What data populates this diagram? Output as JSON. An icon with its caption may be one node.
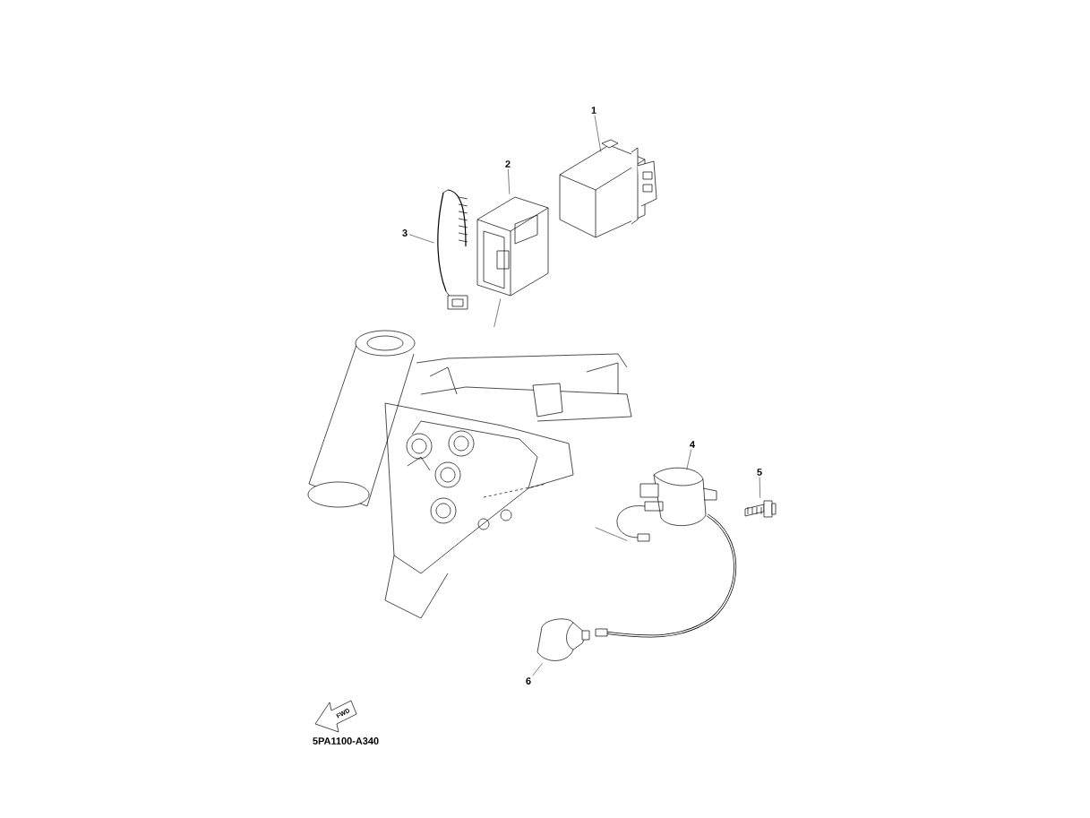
{
  "diagram": {
    "nodes": [
      {
        "text": [
          "1"
        ]
      },
      {
        "text": [
          "2"
        ]
      },
      {
        "text": [
          "3"
        ]
      },
      {
        "text": [
          "4"
        ]
      },
      {
        "text": [
          "5"
        ]
      },
      {
        "text": [
          "6"
        ]
      },
      {
        "text": [],
        "shape": "picture"
      },
      {
        "text": [],
        "shape": "picture"
      },
      {
        "text": [],
        "shape": "picture"
      },
      {
        "text": [],
        "shape": "picture"
      },
      {
        "text": [],
        "shape": "picture"
      },
      {
        "text": [],
        "shape": "picture"
      },
      {
        "text": [],
        "shape": "picture"
      }
    ],
    "edges": [
      {
        "from": 0,
        "to": 6,
        "arrow": "none"
      },
      {
        "from": 1,
        "to": 7,
        "arrow": "none"
      },
      {
        "from": 2,
        "to": 8,
        "arrow": "none"
      },
      {
        "from": 3,
        "to": 9,
        "arrow": "none"
      },
      {
        "from": 4,
        "to": 10,
        "arrow": "none"
      },
      {
        "from": 5,
        "to": 11,
        "arrow": "none"
      },
      {
        "from": 7,
        "to": 12,
        "arrow": "none"
      },
      {
        "from": 9,
        "to": 12,
        "arrow": "none"
      }
    ],
    "labels": [
      "FWD",
      "5PA1100-A340"
    ]
  }
}
